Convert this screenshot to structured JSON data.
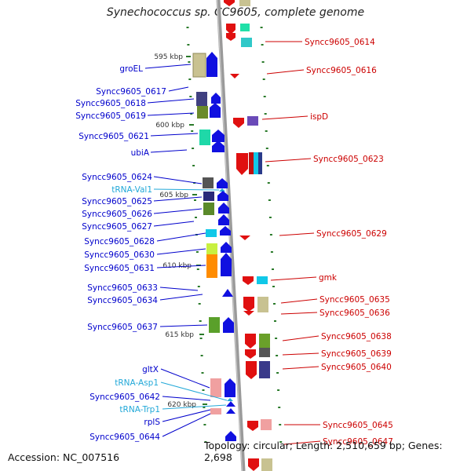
{
  "title": "Synechococcus sp. CC9605, complete genome",
  "footer": {
    "accession": "Accession: NC_007516",
    "topology": "Topology: circular; Length: 2,510,659 bp; Genes: 2,698"
  },
  "colors": {
    "left_label": "#0000cc",
    "right_label": "#cc0000",
    "trna_label": "#22a8d8",
    "backbone": "#999999",
    "tick": "#2a7a2a"
  },
  "ruler": [
    {
      "label": "595 kbp",
      "pos": 595
    },
    {
      "label": "600 kbp",
      "pos": 600
    },
    {
      "label": "605 kbp",
      "pos": 605
    },
    {
      "label": "610 kbp",
      "pos": 610
    },
    {
      "label": "615 kbp",
      "pos": 615
    },
    {
      "label": "620 kbp",
      "pos": 620
    }
  ],
  "left_labels": [
    {
      "text": "groEL",
      "type": "gene"
    },
    {
      "text": "Syncc9605_0617",
      "type": "gene"
    },
    {
      "text": "Syncc9605_0618",
      "type": "gene"
    },
    {
      "text": "Syncc9605_0619",
      "type": "gene"
    },
    {
      "text": "Syncc9605_0621",
      "type": "gene"
    },
    {
      "text": "ubiA",
      "type": "gene"
    },
    {
      "text": "Syncc9605_0624",
      "type": "gene"
    },
    {
      "text": "tRNA-Val1",
      "type": "trna"
    },
    {
      "text": "Syncc9605_0625",
      "type": "gene"
    },
    {
      "text": "Syncc9605_0626",
      "type": "gene"
    },
    {
      "text": "Syncc9605_0627",
      "type": "gene"
    },
    {
      "text": "Syncc9605_0628",
      "type": "gene"
    },
    {
      "text": "Syncc9605_0630",
      "type": "gene"
    },
    {
      "text": "Syncc9605_0631",
      "type": "gene"
    },
    {
      "text": "Syncc9605_0633",
      "type": "gene"
    },
    {
      "text": "Syncc9605_0634",
      "type": "gene"
    },
    {
      "text": "Syncc9605_0637",
      "type": "gene"
    },
    {
      "text": "gltX",
      "type": "gene"
    },
    {
      "text": "tRNA-Asp1",
      "type": "trna"
    },
    {
      "text": "Syncc9605_0642",
      "type": "gene"
    },
    {
      "text": "tRNA-Trp1",
      "type": "trna"
    },
    {
      "text": "rplS",
      "type": "gene"
    },
    {
      "text": "Syncc9605_0644",
      "type": "gene"
    }
  ],
  "right_labels": [
    {
      "text": "Syncc9605_0614"
    },
    {
      "text": "Syncc9605_0616"
    },
    {
      "text": "ispD"
    },
    {
      "text": "Syncc9605_0623"
    },
    {
      "text": "Syncc9605_0629"
    },
    {
      "text": "gmk"
    },
    {
      "text": "Syncc9605_0635"
    },
    {
      "text": "Syncc9605_0636"
    },
    {
      "text": "Syncc9605_0638"
    },
    {
      "text": "Syncc9605_0639"
    },
    {
      "text": "Syncc9605_0640"
    },
    {
      "text": "Syncc9605_0645"
    },
    {
      "text": "Syncc9605_0647"
    }
  ]
}
